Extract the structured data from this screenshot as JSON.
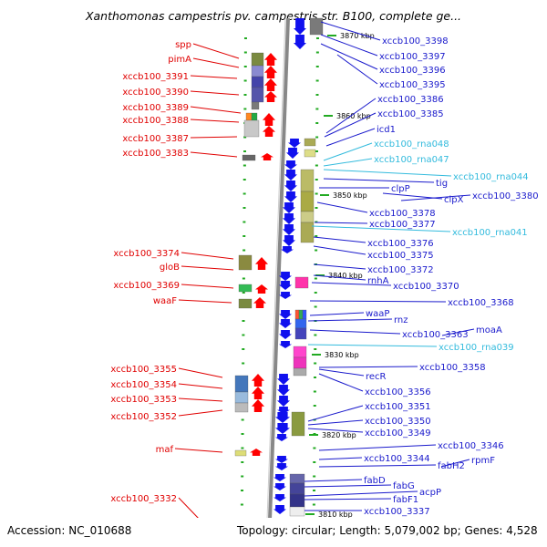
{
  "title": "Xanthomonas campestris pv. campestris str. B100, complete ge...",
  "footer": {
    "accession": "Accession: NC_010688",
    "topology": "Topology: circular; Length: 5,079,002 bp; Genes: 4,528"
  },
  "colors": {
    "left_label": "#e00000",
    "right_label": "#1a1acc",
    "rna_label": "#33bbdd",
    "backbone": "#888888",
    "tick": "#22aa22",
    "arrow_red": "#ff0000",
    "arrow_blue": "#1010ee"
  },
  "kbp_marks": [
    "3870 kbp",
    "3860 kbp",
    "3850 kbp",
    "3840 kbp",
    "3830 kbp",
    "3820 kbp",
    "3810 kbp"
  ],
  "left_labels": [
    "spp",
    "pimA",
    "xccb100_3391",
    "xccb100_3390",
    "xccb100_3389",
    "xccb100_3388",
    "xccb100_3387",
    "xccb100_3383",
    "xccb100_3374",
    "gloB",
    "xccb100_3369",
    "waaF",
    "xccb100_3355",
    "xccb100_3354",
    "xccb100_3353",
    "xccb100_3352",
    "maf",
    "xccb100_3332"
  ],
  "right_labels": [
    "xccb100_3398",
    "xccb100_3397",
    "xccb100_3396",
    "xccb100_3395",
    "xccb100_3386",
    "xccb100_3385",
    "icd1",
    "xccb100_rna048",
    "xccb100_rna047",
    "xccb100_rna044",
    "tig",
    "clpP",
    "clpX",
    "xccb100_3380",
    "xccb100_3378",
    "xccb100_3377",
    "xccb100_rna041",
    "xccb100_3376",
    "xccb100_3375",
    "xccb100_3372",
    "rnhA",
    "xccb100_3370",
    "xccb100_3368",
    "waaP",
    "rnz",
    "xccb100_3363",
    "moaA",
    "xccb100_rna039",
    "xccb100_3358",
    "recR",
    "xccb100_3356",
    "xccb100_3351",
    "xccb100_3350",
    "xccb100_3349",
    "xccb100_3346",
    "xccb100_3344",
    "rpmF",
    "fabH2",
    "fabD",
    "fabG",
    "acpP",
    "fabF1",
    "xccb100_3337"
  ]
}
